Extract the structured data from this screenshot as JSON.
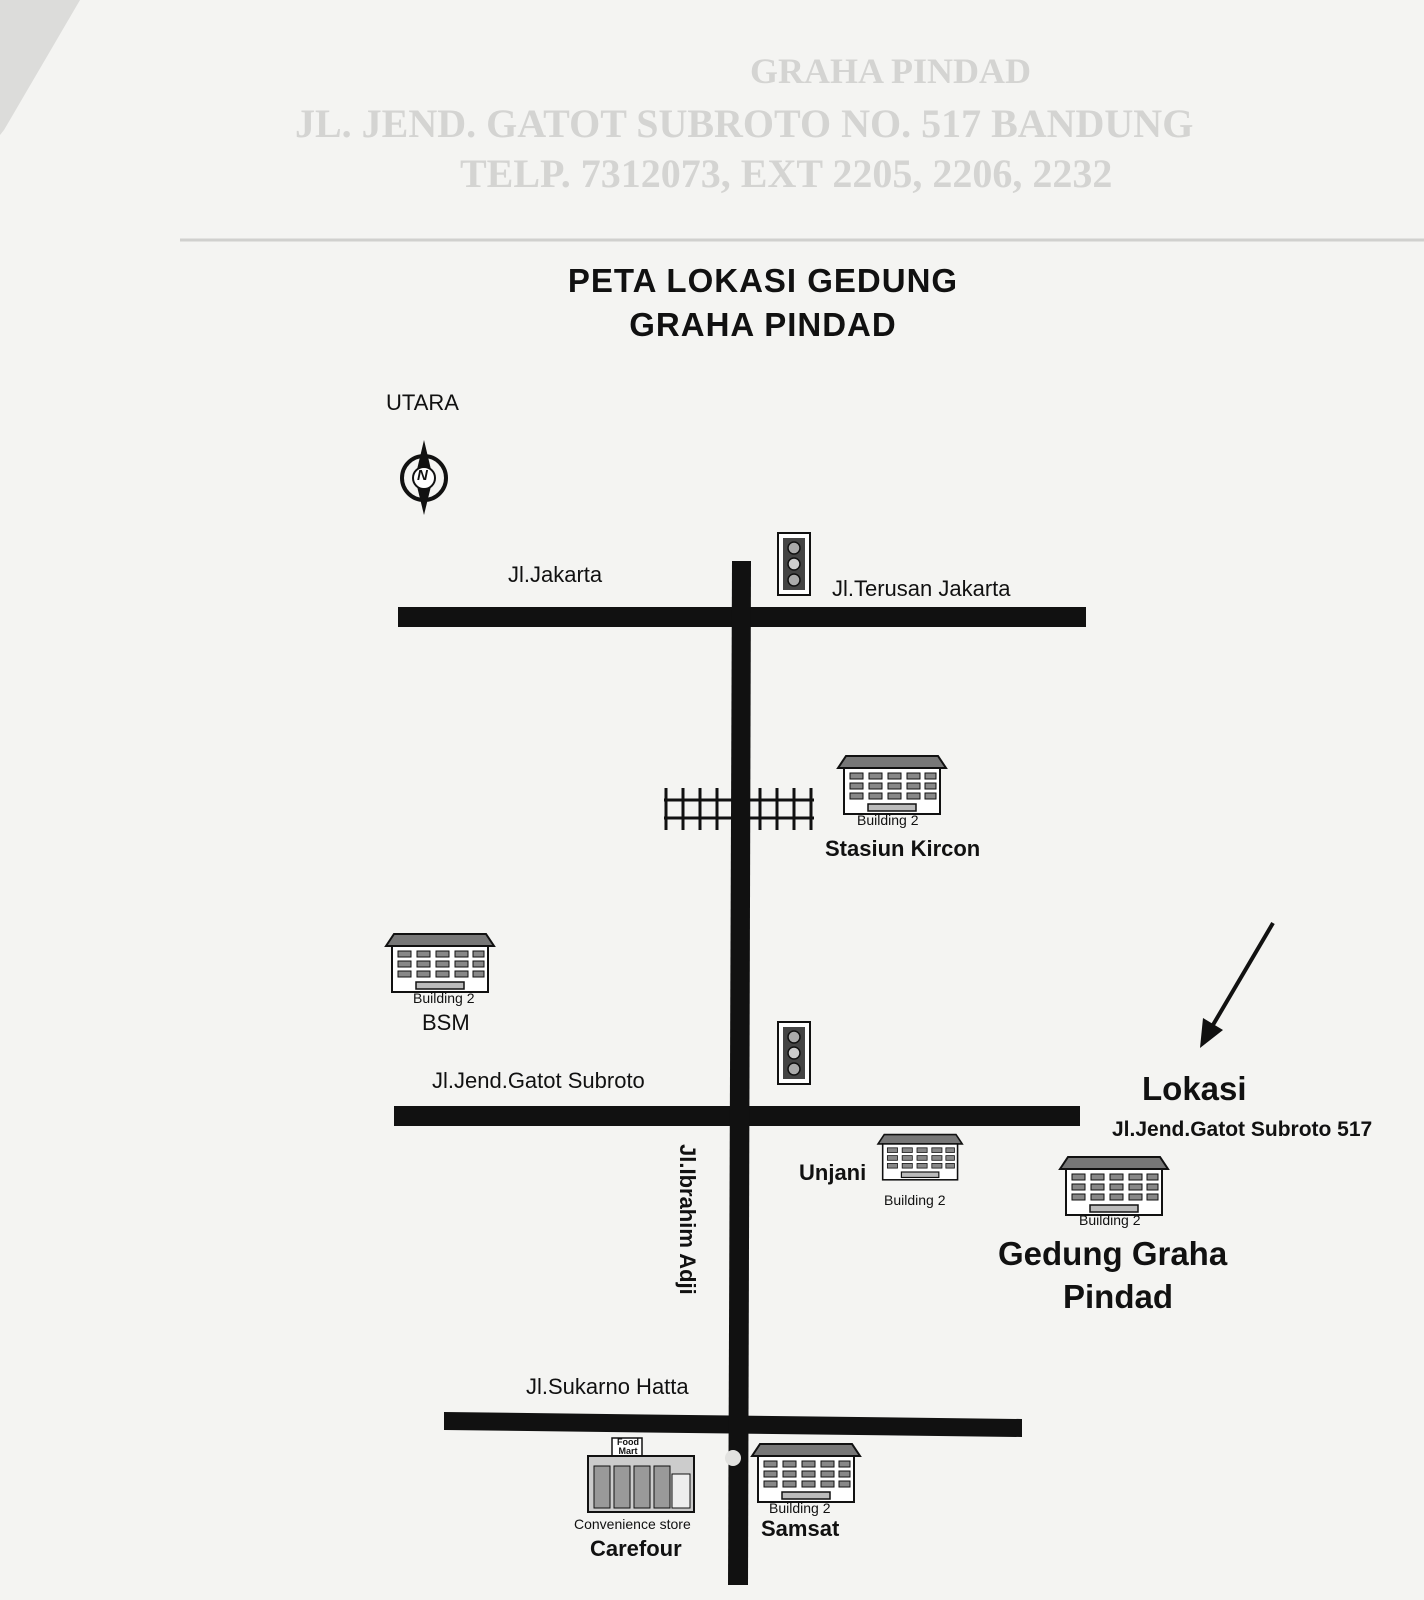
{
  "letterhead": {
    "line1": "GRAHA PINDAD",
    "line2": "JL. JEND. GATOT SUBROTO NO. 517 BANDUNG",
    "line3": "TELP. 7312073, EXT 2205, 2206, 2232"
  },
  "title": {
    "line1": "PETA  LOKASI  GEDUNG",
    "line2": "GRAHA  PINDAD"
  },
  "compass": {
    "label": "UTARA",
    "letter": "N"
  },
  "roads": {
    "jakarta": "Jl.Jakarta",
    "terusan_jakarta": "Jl.Terusan Jakarta",
    "gatot_subroto": "Jl.Jend.Gatot Subroto",
    "sukarno_hatta": "Jl.Sukarno Hatta",
    "ibrahim_adji": "Jl.Ibrahim Adji"
  },
  "places": {
    "stasiun_kircon": {
      "name": "Stasiun Kircon",
      "caption": "Building 2"
    },
    "bsm": {
      "name": "BSM",
      "caption": "Building 2"
    },
    "unjani": {
      "name": "Unjani",
      "caption": "Building 2"
    },
    "graha_pindad": {
      "name_line1": "Gedung Graha",
      "name_line2": "Pindad",
      "caption": "Building 2"
    },
    "samsat": {
      "name": "Samsat",
      "caption": "Building 2"
    },
    "carefour": {
      "name": "Carefour",
      "caption": "Convenience store",
      "sign": "Food Mart"
    }
  },
  "location": {
    "title": "Lokasi",
    "address": "Jl.Jend.Gatot Subroto 517"
  }
}
